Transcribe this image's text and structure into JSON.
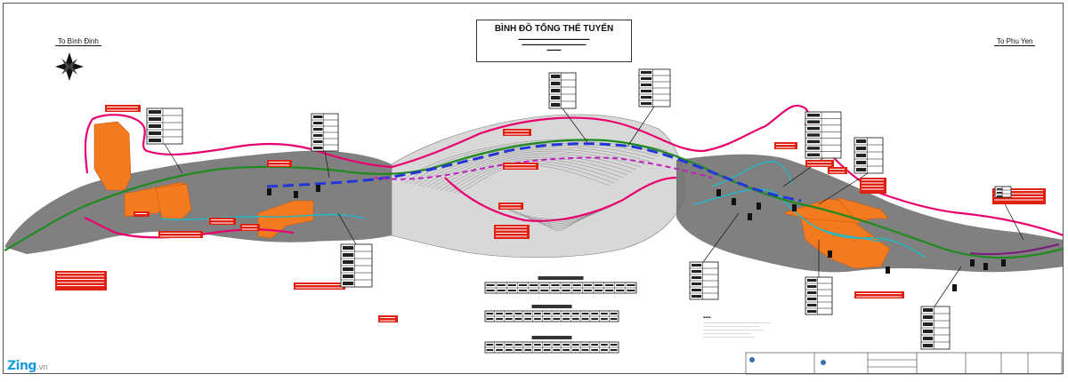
{
  "title": {
    "main": "BÌNH ĐỒ TỔNG THỂ TUYẾN"
  },
  "directions": {
    "left": "To Bình Định",
    "right": "To Phu Yen"
  },
  "watermark": {
    "brand": "Zing",
    "suffix": ".vn"
  },
  "colors": {
    "terrain": "#555555",
    "contour": "#777777",
    "zone_fill": "#f47a20",
    "boundary": "#e8006f",
    "route_green": "#1f8a1f",
    "route_blue": "#2236d8",
    "route_magenta": "#c020c0",
    "water": "#22b8c8",
    "callout": "#e02010",
    "table_line": "#111111"
  }
}
